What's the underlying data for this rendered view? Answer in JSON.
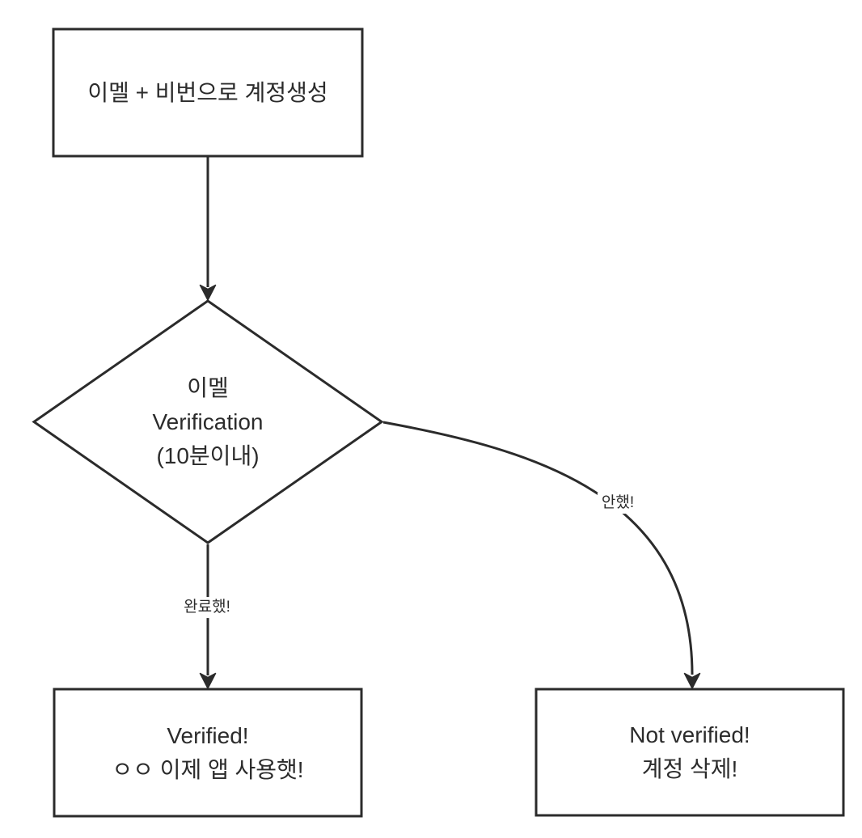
{
  "diagram": {
    "title": "email-verification-flowchart",
    "colors": {
      "background": "#ffffff",
      "stroke": "#2b2b2b",
      "text": "#2b2b2b"
    },
    "nodes": {
      "create_account": {
        "type": "process",
        "label": "이멜 + 비번으로 계정생성"
      },
      "verification_decision": {
        "type": "decision",
        "line1": "이멜",
        "line2": "Verification",
        "line3": "(10분이내)"
      },
      "verified": {
        "type": "process",
        "line1": "Verified!",
        "line2": "ㅇㅇ 이제 앱 사용햇!"
      },
      "not_verified": {
        "type": "process",
        "line1": "Not verified!",
        "line2": "계정 삭제!"
      }
    },
    "edges": {
      "create_to_decision": {
        "from": "create_account",
        "to": "verification_decision",
        "label": ""
      },
      "decision_to_verified": {
        "from": "verification_decision",
        "to": "verified",
        "label": "완료했!"
      },
      "decision_to_not_verified": {
        "from": "verification_decision",
        "to": "not_verified",
        "label": "안했!"
      }
    }
  }
}
